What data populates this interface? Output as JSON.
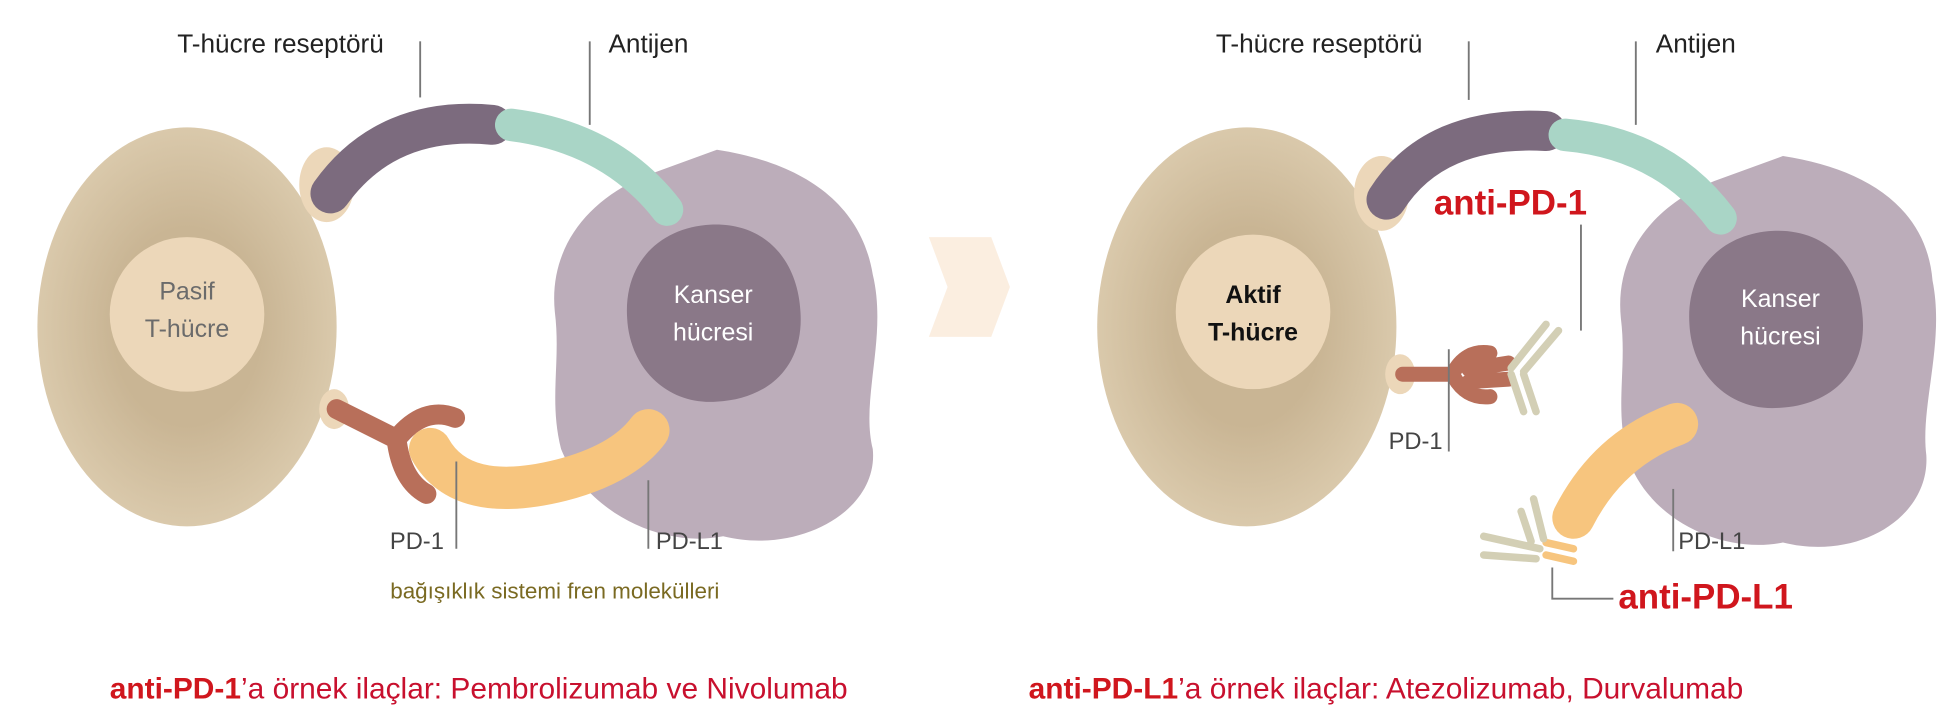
{
  "left_panel": {
    "tcr_label": "T-hücre reseptörü",
    "antigen_label": "Antijen",
    "tcell_line1": "Pasif",
    "tcell_line2": "T-hücre",
    "cancer_line1": "Kanser",
    "cancer_line2": "hücresi",
    "pd1_label": "PD-1",
    "pdl1_label": "PD-L1",
    "brake_label": "bağışıklık sistemi fren molekülleri"
  },
  "right_panel": {
    "tcr_label": "T-hücre reseptörü",
    "antigen_label": "Antijen",
    "tcell_line1": "Aktif",
    "tcell_line2": "T-hücre",
    "cancer_line1": "Kanser",
    "cancer_line2": "hücresi",
    "pd1_label": "PD-1",
    "pdl1_label": "PD-L1",
    "anti_pd1_label": "anti-PD-1",
    "anti_pdl1_label": "anti-PD-L1"
  },
  "captions": {
    "left_bold": "anti-PD-1",
    "left_rest": "’a örnek ilaçlar: Pembrolizumab ve Nivolumab",
    "right_bold": "anti-PD-L1",
    "right_rest": "’a örnek ilaçlar: Atezolizumab, Durvalumab"
  },
  "colors": {
    "tcell": "#d4c3a4",
    "tcell_nucleus": "#ecd7b9",
    "cancer": "#bcadba",
    "cancer_nucleus": "#8a7888",
    "tcr": "#7c6b7e",
    "antigen": "#a9d5c6",
    "pd1": "#b86f5a",
    "pdl1": "#f7c57e",
    "antibody": "#d3cfb5",
    "accent_red": "#d0161d",
    "brake_text": "#7a6a22"
  }
}
